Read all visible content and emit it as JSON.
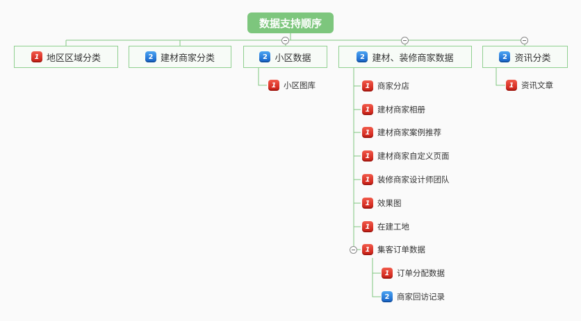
{
  "root": {
    "title": "数据支持顺序"
  },
  "branches": [
    {
      "label": "地区区域分类",
      "priority": "1",
      "collapsed_toggle": false,
      "children": []
    },
    {
      "label": "建材商家分类",
      "priority": "2",
      "collapsed_toggle": false,
      "children": []
    },
    {
      "label": "小区数据",
      "priority": "2",
      "collapsed_toggle": true,
      "children": [
        {
          "label": "小区图库",
          "priority": "1"
        }
      ]
    },
    {
      "label": "建材、装修商家数据",
      "priority": "2",
      "collapsed_toggle": true,
      "children": [
        {
          "label": "商家分店",
          "priority": "1"
        },
        {
          "label": "建材商家相册",
          "priority": "1"
        },
        {
          "label": "建材商家案例推荐",
          "priority": "1"
        },
        {
          "label": "建材商家自定义页面",
          "priority": "1"
        },
        {
          "label": "装修商家设计师团队",
          "priority": "1"
        },
        {
          "label": "效果图",
          "priority": "1"
        },
        {
          "label": "在建工地",
          "priority": "1"
        },
        {
          "label": "集客订单数据",
          "priority": "1",
          "children": [
            {
              "label": "订单分配数据",
              "priority": "1"
            },
            {
              "label": "商家回访记录",
              "priority": "2"
            }
          ]
        }
      ]
    },
    {
      "label": "资讯分类",
      "priority": "2",
      "collapsed_toggle": true,
      "children": [
        {
          "label": "资讯文章",
          "priority": "1"
        }
      ]
    }
  ],
  "colors": {
    "root_fill": "#7dc67d",
    "line": "#7dc67d",
    "priority1": "#d9261c",
    "priority2": "#1e73d6"
  },
  "icons": {
    "priority1": "priority-1-icon",
    "priority2": "priority-2-icon",
    "toggle": "collapse-toggle-icon"
  }
}
